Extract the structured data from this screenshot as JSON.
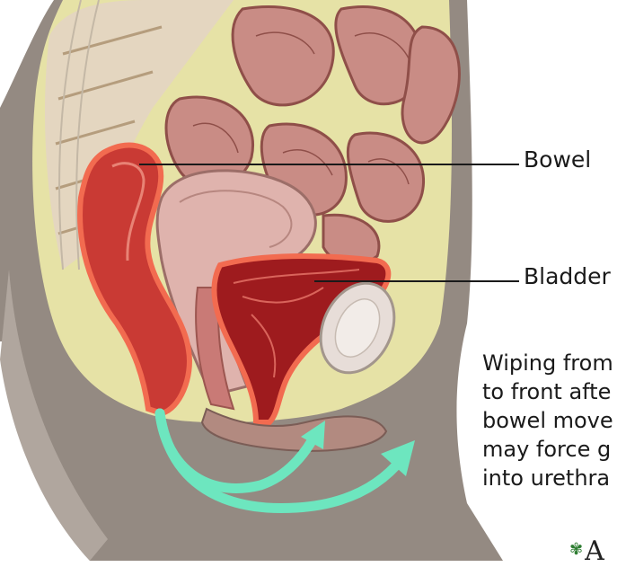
{
  "labels": {
    "bowel": "Bowel",
    "bladder": "Bladder"
  },
  "caption": {
    "lines": [
      "Wiping from",
      "to front afte",
      "bowel move",
      "may force g",
      "into urethra"
    ]
  },
  "logo": {
    "text": "A",
    "icon": "palm-leaf-icon"
  },
  "colors": {
    "skin": "#948a82",
    "fat": "#e6e2a6",
    "bone": "#e4d6c0",
    "intestine": "#c98c85",
    "rectum": "#c93a34",
    "uterus": "#dfb3ad",
    "bladder": "#9e1b1e",
    "arrow": "#6de6bf"
  }
}
